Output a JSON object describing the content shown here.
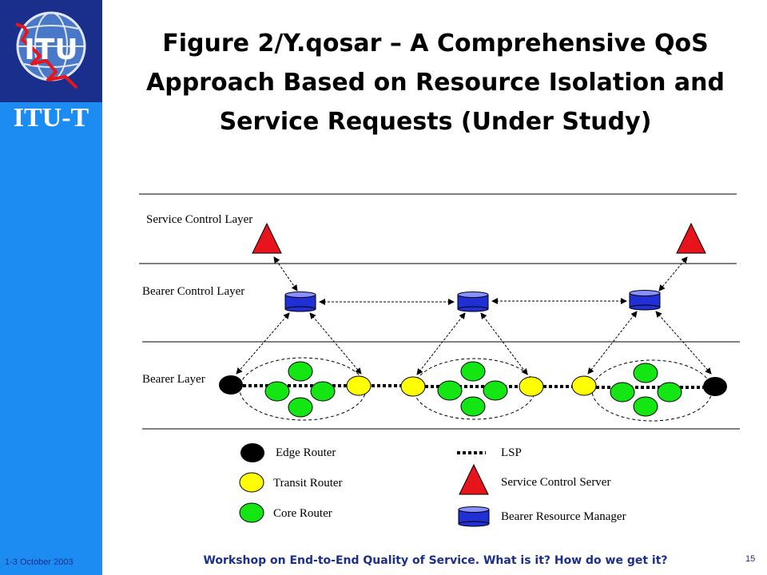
{
  "brand": {
    "logo_text": "ITU",
    "name": "ITU-T"
  },
  "slide": {
    "title": "Figure 2/Y.qosar – A Comprehensive QoS Approach Based on Resource Isolation and Service Requests (Under Study)"
  },
  "layers": {
    "service_control": "Service Control Layer",
    "bearer_control": "Bearer Control Layer",
    "bearer": "Bearer Layer"
  },
  "legend": {
    "edge_router": "Edge Router",
    "transit_router": "Transit Router",
    "core_router": "Core Router",
    "lsp": "LSP",
    "service_control_server": "Service Control Server",
    "bearer_resource_manager": "Bearer Resource Manager"
  },
  "colors": {
    "sidebar": "#1c8cf2",
    "logo_bg": "#1a2f8c",
    "service_control_server": "#e8141c",
    "bearer_resource_manager": "#2130d4",
    "edge_router": "#000000",
    "transit_router": "#ffff00",
    "core_router": "#14e614",
    "footer_text": "#1a2f8c"
  },
  "footer": {
    "date": "1-3 October 2003",
    "workshop": "Workshop on End-to-End Quality of Service. What is it? How do we get it?",
    "page": "15"
  }
}
